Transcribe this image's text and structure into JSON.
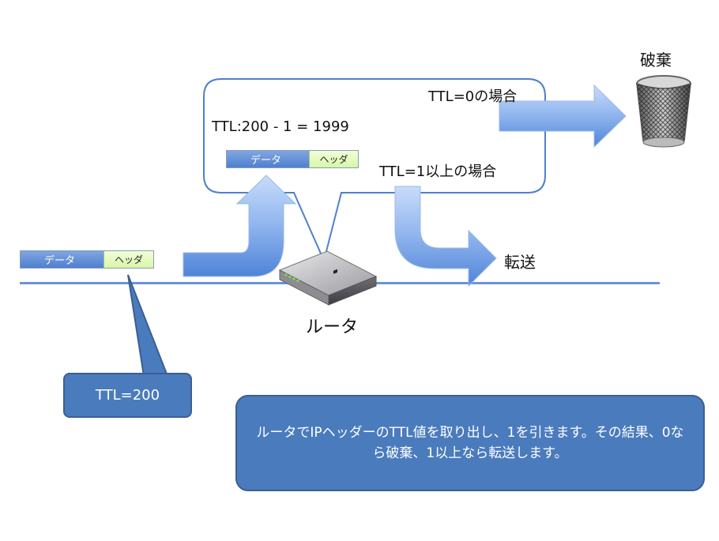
{
  "packet_left": {
    "data_label": "データ",
    "header_label": "ヘッダ"
  },
  "packet_bubble": {
    "data_label": "データ",
    "header_label": "ヘッダ"
  },
  "bubble": {
    "ttl_calc": "TTL:200 - 1 = 1999",
    "case_zero": "TTL=0の場合",
    "case_one_plus": "TTL=1以上の場合"
  },
  "discard_label": "破棄",
  "forward_label": "転送",
  "router_label": "ルータ",
  "ttl_callout": "TTL=200",
  "explanation": "ルータでIPヘッダーのTTL値を取り出し、1を引きます。その結果、0なら破棄、1以上なら転送します。",
  "colors": {
    "callout_fill": "#4a7bbd",
    "arrow_fill": "#5b8fe0",
    "line": "#6a94d6"
  }
}
